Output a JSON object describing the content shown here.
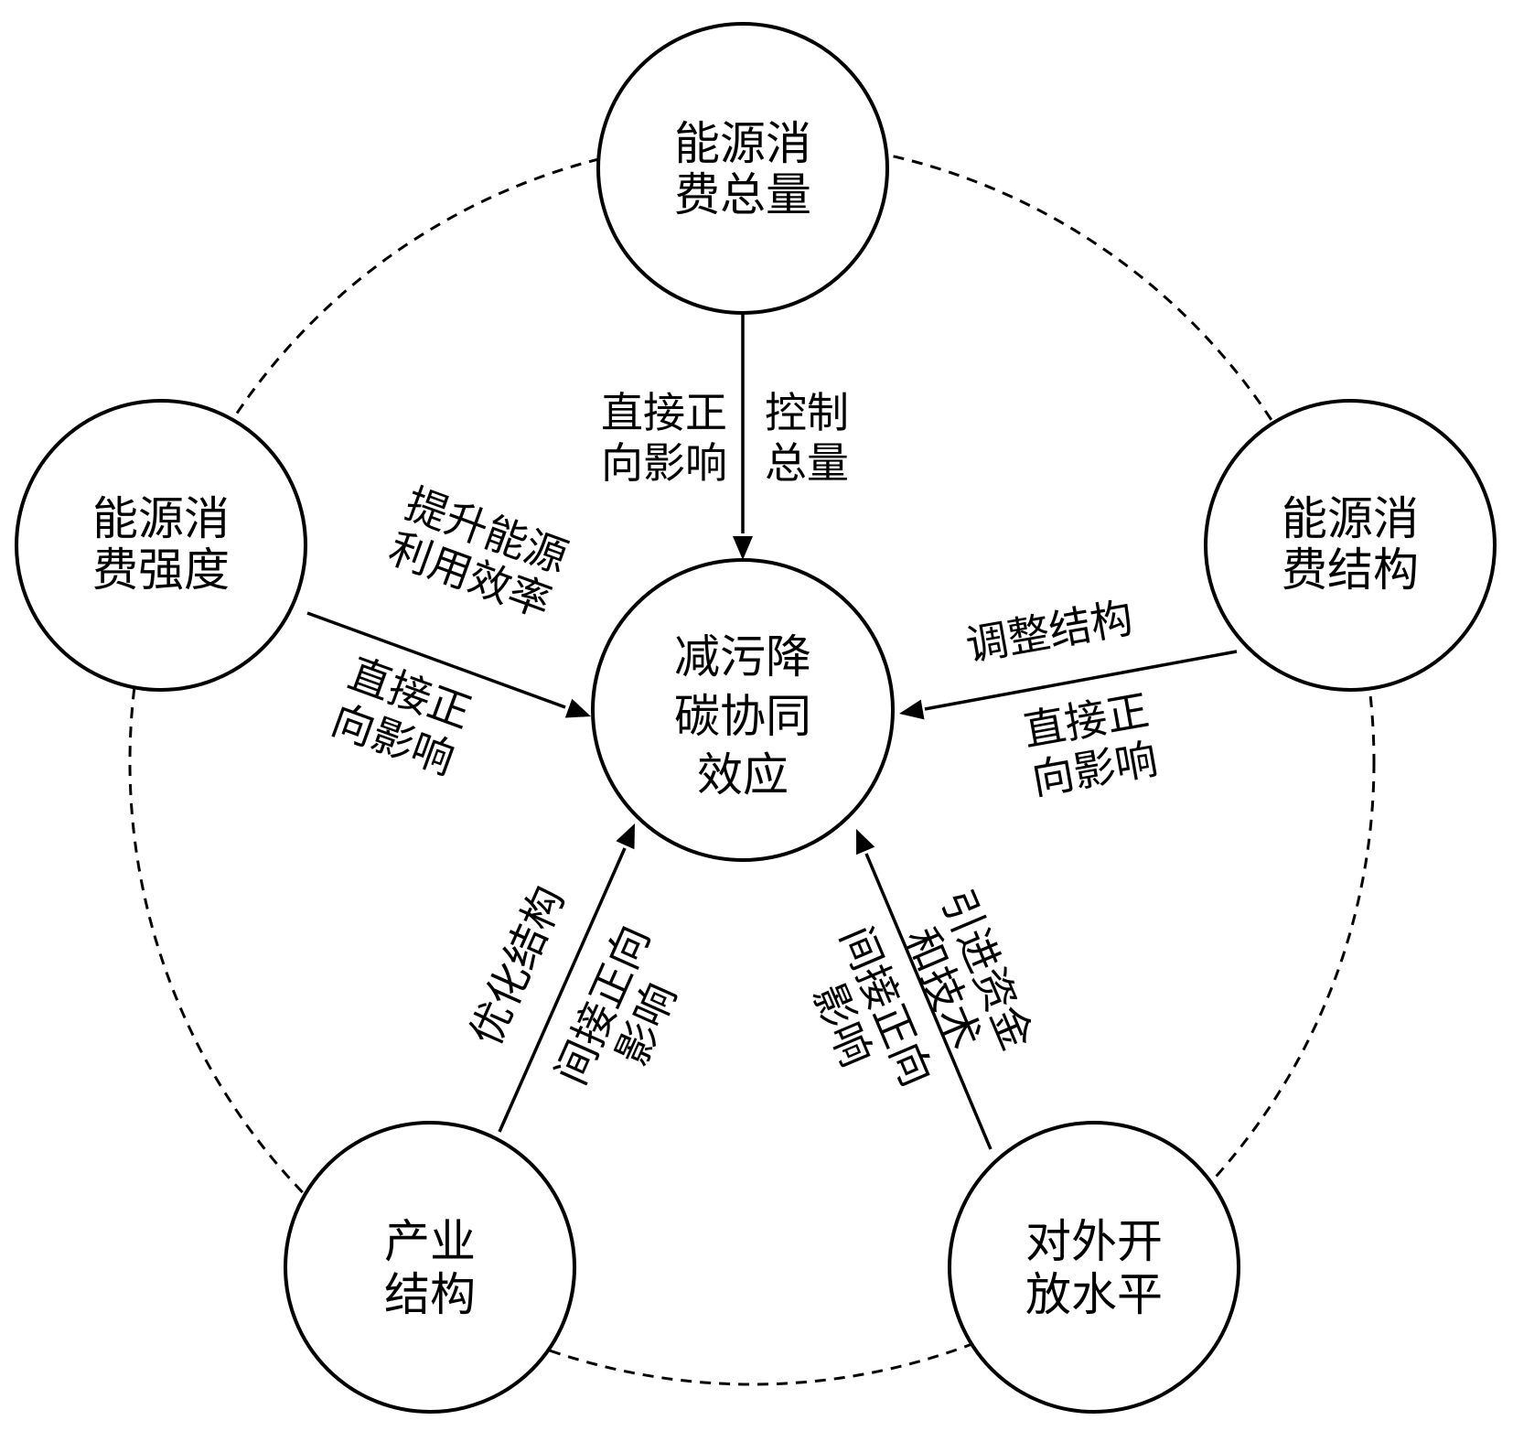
{
  "nodes": {
    "center": [
      "减污降",
      "碳协同",
      "效应"
    ],
    "total": [
      "能源消",
      "费总量"
    ],
    "intensity": [
      "能源消",
      "费强度"
    ],
    "structure": [
      "能源消",
      "费结构"
    ],
    "industry": [
      "产业",
      "结构"
    ],
    "openness": [
      "对外开",
      "放水平"
    ]
  },
  "edges": {
    "total": {
      "measure": [
        "控制",
        "总量"
      ],
      "effect": [
        "直接正",
        "向影响"
      ]
    },
    "intensity": {
      "measure": [
        "提升能源",
        "利用效率"
      ],
      "effect": [
        "直接正",
        "向影响"
      ]
    },
    "structure": {
      "measure": [
        "调整结构"
      ],
      "effect": [
        "直接正",
        "向影响"
      ]
    },
    "industry": {
      "measure": [
        "优化结构"
      ],
      "effect": [
        "间接正向",
        "影响"
      ]
    },
    "openness": {
      "measure": [
        "引进资金",
        "和技术"
      ],
      "effect": [
        "间接正向",
        "影响"
      ]
    }
  }
}
